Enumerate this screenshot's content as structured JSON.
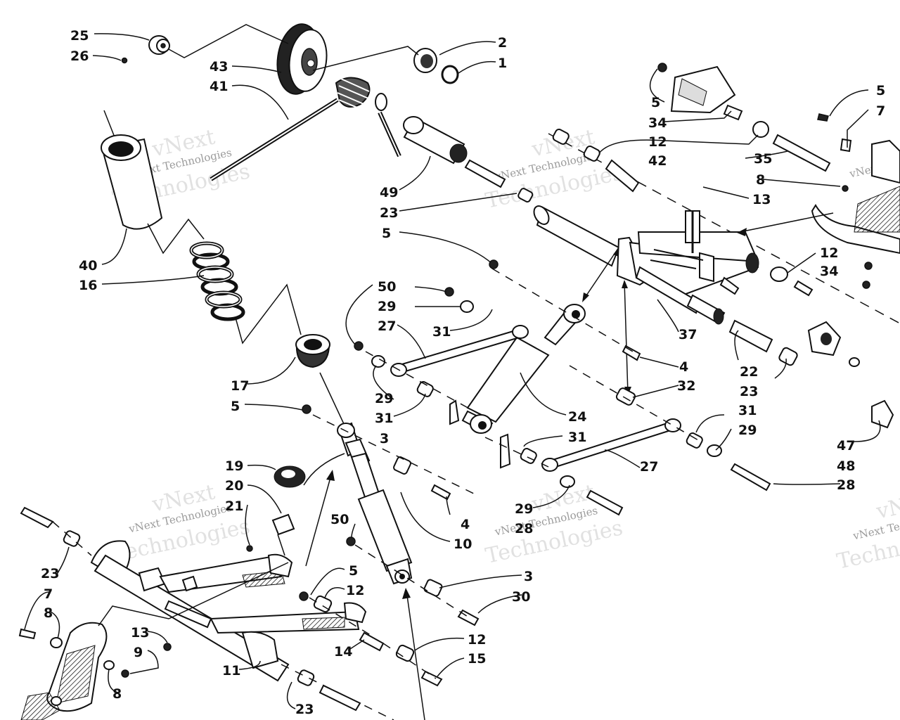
{
  "labels": [
    {
      "id": "l25a",
      "text": "25"
    },
    {
      "id": "l26a",
      "text": "26"
    },
    {
      "id": "l43",
      "text": "43"
    },
    {
      "id": "l41",
      "text": "41"
    },
    {
      "id": "l2",
      "text": "2"
    },
    {
      "id": "l1",
      "text": "1"
    },
    {
      "id": "l40",
      "text": "40"
    },
    {
      "id": "l16",
      "text": "16"
    },
    {
      "id": "l49",
      "text": "49"
    },
    {
      "id": "l23a",
      "text": "23"
    },
    {
      "id": "l5a",
      "text": "5"
    },
    {
      "id": "l5b",
      "text": "5"
    },
    {
      "id": "l34a",
      "text": "34"
    },
    {
      "id": "l12a",
      "text": "12"
    },
    {
      "id": "l42",
      "text": "42"
    },
    {
      "id": "l5c",
      "text": "5"
    },
    {
      "id": "l7a",
      "text": "7"
    },
    {
      "id": "l35",
      "text": "35"
    },
    {
      "id": "l8a",
      "text": "8"
    },
    {
      "id": "l13a",
      "text": "13"
    },
    {
      "id": "l12b",
      "text": "12"
    },
    {
      "id": "l34b",
      "text": "34"
    },
    {
      "id": "l50a",
      "text": "50"
    },
    {
      "id": "l29a",
      "text": "29"
    },
    {
      "id": "l27a",
      "text": "27"
    },
    {
      "id": "l31a",
      "text": "31"
    },
    {
      "id": "l37",
      "text": "37"
    },
    {
      "id": "l4a",
      "text": "4"
    },
    {
      "id": "l22",
      "text": "22"
    },
    {
      "id": "l23b",
      "text": "23"
    },
    {
      "id": "l32",
      "text": "32"
    },
    {
      "id": "l17",
      "text": "17"
    },
    {
      "id": "l5d",
      "text": "5"
    },
    {
      "id": "l29b",
      "text": "29"
    },
    {
      "id": "l31b",
      "text": "31"
    },
    {
      "id": "l24",
      "text": "24"
    },
    {
      "id": "l31c",
      "text": "31"
    },
    {
      "id": "l29c",
      "text": "29"
    },
    {
      "id": "l31d",
      "text": "31"
    },
    {
      "id": "l3a",
      "text": "3"
    },
    {
      "id": "l47",
      "text": "47"
    },
    {
      "id": "l48",
      "text": "48"
    },
    {
      "id": "l27b",
      "text": "27"
    },
    {
      "id": "l28a",
      "text": "28"
    },
    {
      "id": "l19",
      "text": "19"
    },
    {
      "id": "l20",
      "text": "20"
    },
    {
      "id": "l21",
      "text": "21"
    },
    {
      "id": "l4b",
      "text": "4"
    },
    {
      "id": "l50b",
      "text": "50"
    },
    {
      "id": "l10",
      "text": "10"
    },
    {
      "id": "l29d",
      "text": "29"
    },
    {
      "id": "l28b",
      "text": "28"
    },
    {
      "id": "l23c",
      "text": "23"
    },
    {
      "id": "l7b",
      "text": "7"
    },
    {
      "id": "l8b",
      "text": "8"
    },
    {
      "id": "l5e",
      "text": "5"
    },
    {
      "id": "l12c",
      "text": "12"
    },
    {
      "id": "l3b",
      "text": "3"
    },
    {
      "id": "l30",
      "text": "30"
    },
    {
      "id": "l13b",
      "text": "13"
    },
    {
      "id": "l9",
      "text": "9"
    },
    {
      "id": "l14",
      "text": "14"
    },
    {
      "id": "l12d",
      "text": "12"
    },
    {
      "id": "l15",
      "text": "15"
    },
    {
      "id": "l11",
      "text": "11"
    },
    {
      "id": "l8c",
      "text": "8"
    },
    {
      "id": "l23d",
      "text": "23"
    }
  ],
  "watermarks": {
    "brand_big": "vNext",
    "brand_word": "Technologies",
    "brand_small": "vNext Technologies"
  }
}
